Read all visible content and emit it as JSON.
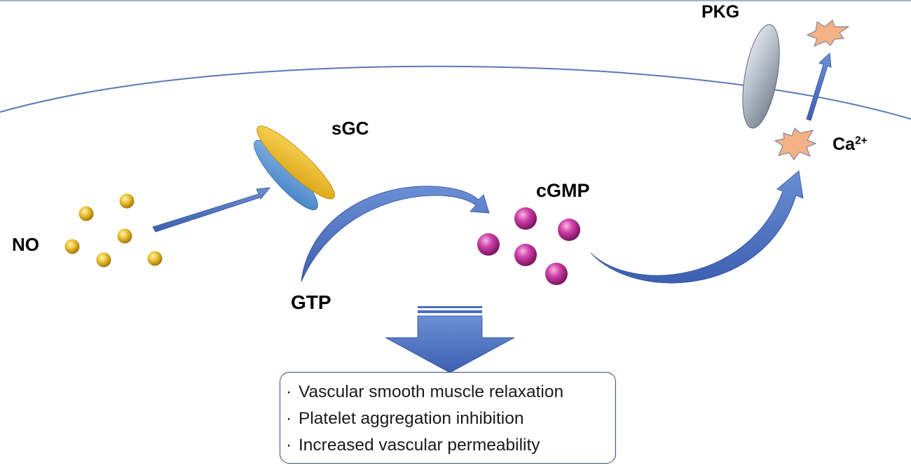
{
  "labels": {
    "no": "NO",
    "sgc": "sGC",
    "gtp": "GTP",
    "cgmp": "cGMP",
    "pkg": "PKG",
    "ca": "Ca",
    "ca_superscript": "2+"
  },
  "effects": {
    "bullet": "·",
    "items": [
      "Vascular smooth muscle relaxation",
      "Platelet aggregation inhibition",
      "Increased vascular permeability"
    ]
  },
  "colors": {
    "membrane": "#5a7ab8",
    "no_molecule": "#e8b81c",
    "sgc_yellow": "#f2c12e",
    "sgc_blue": "#5b9bd5",
    "cgmp_molecule": "#c2399a",
    "arrow": "#4a6fc0",
    "pkg": "#b4bcc6",
    "calcium": "#f4b183"
  }
}
